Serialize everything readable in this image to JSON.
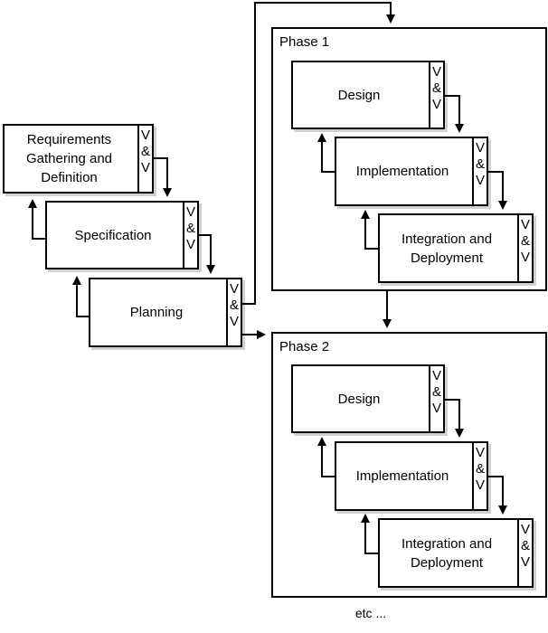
{
  "vv_lines": [
    "V",
    "&",
    "V"
  ],
  "initial": [
    {
      "label": "Requirements\nGathering and\nDefinition"
    },
    {
      "label": "Specification"
    },
    {
      "label": "Planning"
    }
  ],
  "phases": [
    {
      "title": "Phase 1",
      "steps": [
        "Design",
        "Implementation",
        "Integration and\nDeployment"
      ]
    },
    {
      "title": "Phase 2",
      "steps": [
        "Design",
        "Implementation",
        "Integration and\nDeployment"
      ]
    }
  ],
  "etc": "etc ..."
}
